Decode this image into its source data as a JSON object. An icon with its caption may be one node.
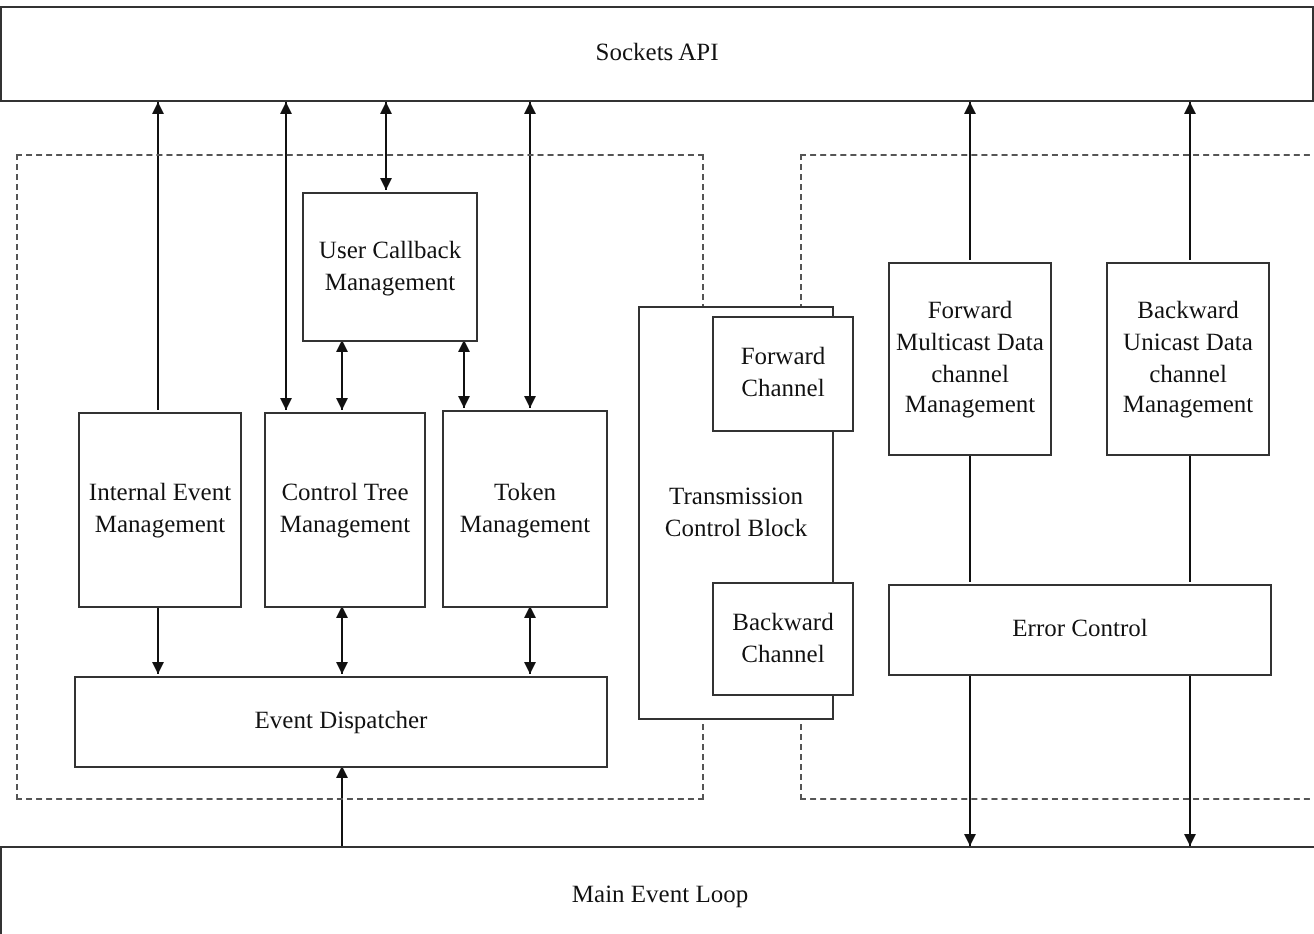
{
  "diagram": {
    "nodes": [
      {
        "text": [
          "Sockets API"
        ]
      },
      {
        "text": [],
        "shape": "box"
      },
      {
        "text": [
          "User Callback Management"
        ],
        "in": 1
      },
      {
        "text": [
          "Internal Event Management"
        ],
        "in": 1
      },
      {
        "text": [
          "Control Tree Management"
        ],
        "in": 1
      },
      {
        "text": [
          "Token Management"
        ],
        "in": 1
      },
      {
        "text": [
          "Event Dispatcher"
        ],
        "in": 1
      },
      {
        "text": [
          "Transmission Control Block"
        ]
      },
      {
        "text": [
          "Forward Channel"
        ]
      },
      {
        "text": [
          "Backward Channel"
        ]
      },
      {
        "text": [],
        "shape": "box"
      },
      {
        "text": [
          "Forward Multicast Data channel Management"
        ],
        "in": 10
      },
      {
        "text": [
          "Backward Unicast Data channel Management"
        ],
        "in": 10
      },
      {
        "text": [
          "Error Control"
        ],
        "in": 10
      },
      {
        "text": [
          "Main Event Loop"
        ]
      }
    ],
    "edges": [
      {
        "from": 3,
        "to": 0,
        "arrow": "to"
      },
      {
        "from": 4,
        "to": 0,
        "arrow": "both"
      },
      {
        "from": 2,
        "to": 0,
        "arrow": "both"
      },
      {
        "from": 5,
        "to": 0,
        "arrow": "both"
      },
      {
        "from": 2,
        "to": 4,
        "arrow": "both"
      },
      {
        "from": 2,
        "to": 5,
        "arrow": "both"
      },
      {
        "from": 3,
        "to": 6,
        "arrow": "to"
      },
      {
        "from": 4,
        "to": 6,
        "arrow": "both"
      },
      {
        "from": 5,
        "to": 6,
        "arrow": "both"
      },
      {
        "from": 14,
        "to": 6,
        "arrow": "to"
      },
      {
        "from": 11,
        "to": 0,
        "arrow": "to"
      },
      {
        "from": 12,
        "to": 0,
        "arrow": "to"
      },
      {
        "from": 11,
        "to": 13,
        "arrow": "none"
      },
      {
        "from": 12,
        "to": 13,
        "arrow": "none"
      },
      {
        "from": 13,
        "to": 14,
        "arrow": "to"
      },
      {
        "from": 13,
        "to": 14,
        "arrow": "to"
      }
    ]
  }
}
